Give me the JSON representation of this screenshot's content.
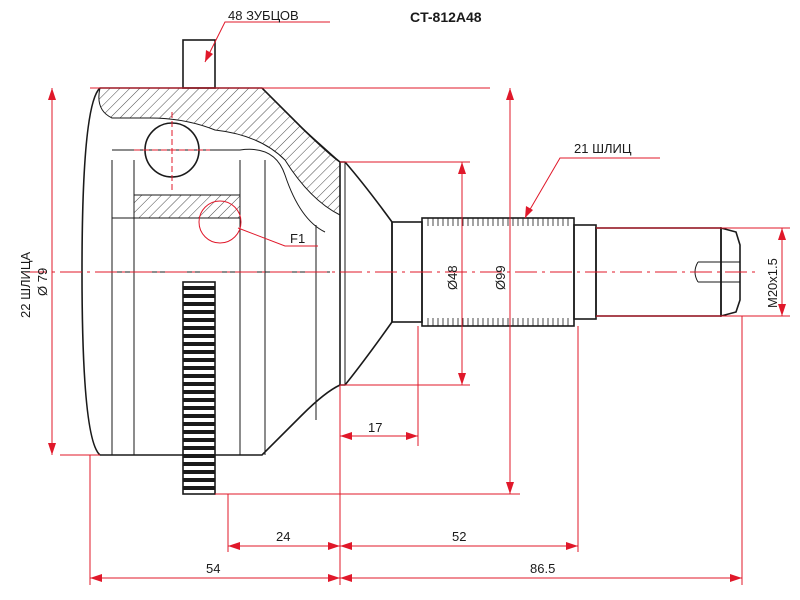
{
  "title": "CT-812A48",
  "labels": {
    "teeth": "48 ЗУБЦОВ",
    "spline_outer": "21 ШЛИЦ",
    "spline_inner": "22 ШЛИЦА",
    "dia_79": "Ø 79",
    "dia_48": "Ø48",
    "dia_99": "Ø99",
    "thread": "M20x1.5",
    "f1": "F1"
  },
  "dimensions": {
    "d17": "17",
    "d24": "24",
    "d52": "52",
    "d54": "54",
    "d86": "86.5"
  },
  "colors": {
    "line": "#1a1a1a",
    "dimension": "#e0182a"
  }
}
